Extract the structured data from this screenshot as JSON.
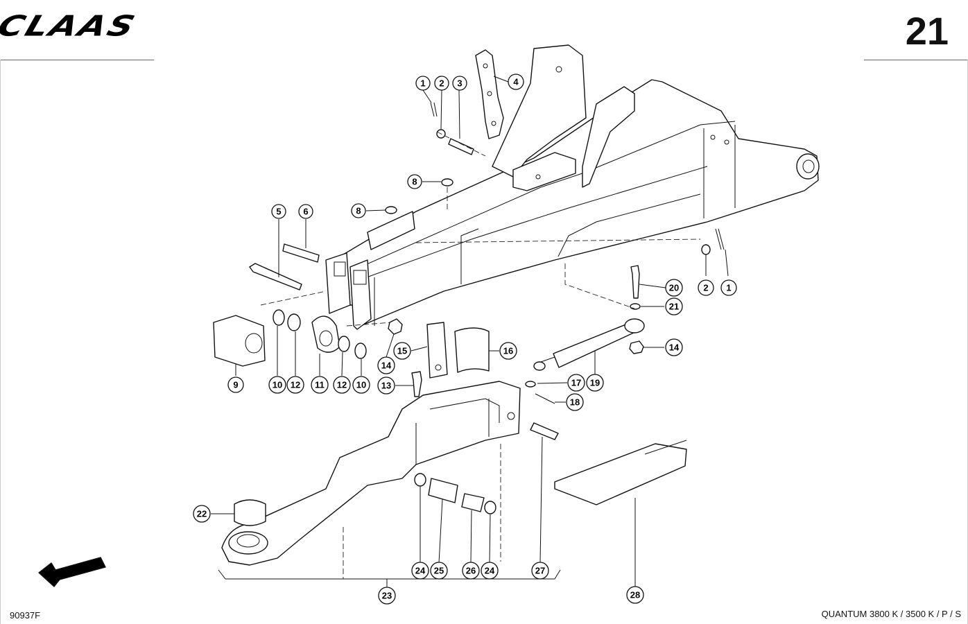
{
  "header": {
    "brand": "CLAAS",
    "page_number": "21"
  },
  "footer": {
    "drawing_code": "90937F",
    "model_line": "QUANTUM 3800 K / 3500 K / P / S"
  },
  "callouts": [
    {
      "id": "c1a",
      "label": "1"
    },
    {
      "id": "c2a",
      "label": "2"
    },
    {
      "id": "c3",
      "label": "3"
    },
    {
      "id": "c4",
      "label": "4"
    },
    {
      "id": "c8a",
      "label": "8"
    },
    {
      "id": "c8b",
      "label": "8"
    },
    {
      "id": "c5",
      "label": "5"
    },
    {
      "id": "c6",
      "label": "6"
    },
    {
      "id": "c2b",
      "label": "2"
    },
    {
      "id": "c1b",
      "label": "1"
    },
    {
      "id": "c20",
      "label": "20"
    },
    {
      "id": "c21",
      "label": "21"
    },
    {
      "id": "c14a",
      "label": "14"
    },
    {
      "id": "c14b",
      "label": "14"
    },
    {
      "id": "c15",
      "label": "15"
    },
    {
      "id": "c16",
      "label": "16"
    },
    {
      "id": "c9",
      "label": "9"
    },
    {
      "id": "c10a",
      "label": "10"
    },
    {
      "id": "c12a",
      "label": "12"
    },
    {
      "id": "c11",
      "label": "11"
    },
    {
      "id": "c12b",
      "label": "12"
    },
    {
      "id": "c10b",
      "label": "10"
    },
    {
      "id": "c13",
      "label": "13"
    },
    {
      "id": "c17",
      "label": "17"
    },
    {
      "id": "c19",
      "label": "19"
    },
    {
      "id": "c18",
      "label": "18"
    },
    {
      "id": "c22",
      "label": "22"
    },
    {
      "id": "c24a",
      "label": "24"
    },
    {
      "id": "c25",
      "label": "25"
    },
    {
      "id": "c26",
      "label": "26"
    },
    {
      "id": "c24b",
      "label": "24"
    },
    {
      "id": "c27",
      "label": "27"
    },
    {
      "id": "c23",
      "label": "23"
    },
    {
      "id": "c28",
      "label": "28"
    }
  ]
}
